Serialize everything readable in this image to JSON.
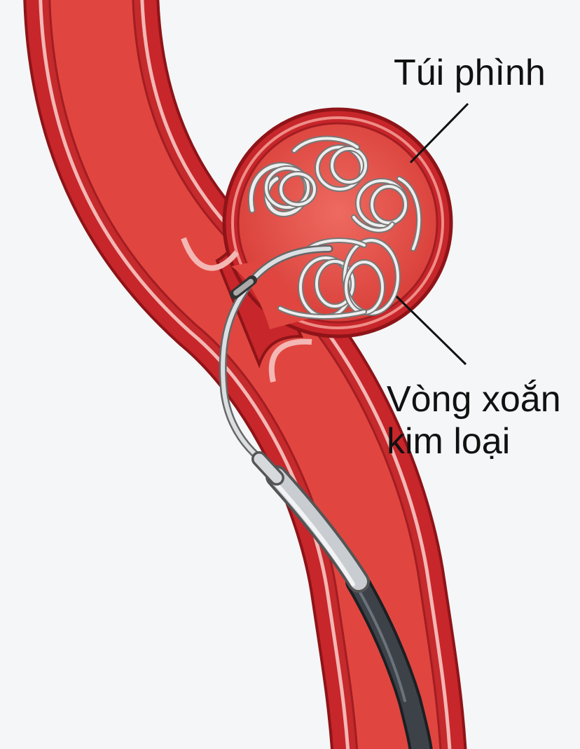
{
  "labels": {
    "aneurysm": "Túi phình",
    "coil_line1": "Vòng xoắn",
    "coil_line2": "kim loại"
  },
  "colors": {
    "background": "#f4f6f7",
    "vessel_outer": "#c7262b",
    "vessel_outline": "#8e1418",
    "vessel_wall_stripe": "#f3b7b4",
    "vessel_lumen": "#e0463f",
    "coil": "#eeeeee",
    "coil_outline": "#777777",
    "catheter_dark": "#3d4249",
    "catheter_silver": "#c9cdd1",
    "leader_line": "#111111"
  },
  "icons": {
    "vessel": "blood-vessel",
    "aneurysm": "aneurysm-sac",
    "coil": "metal-coil",
    "catheter": "microcatheter"
  }
}
